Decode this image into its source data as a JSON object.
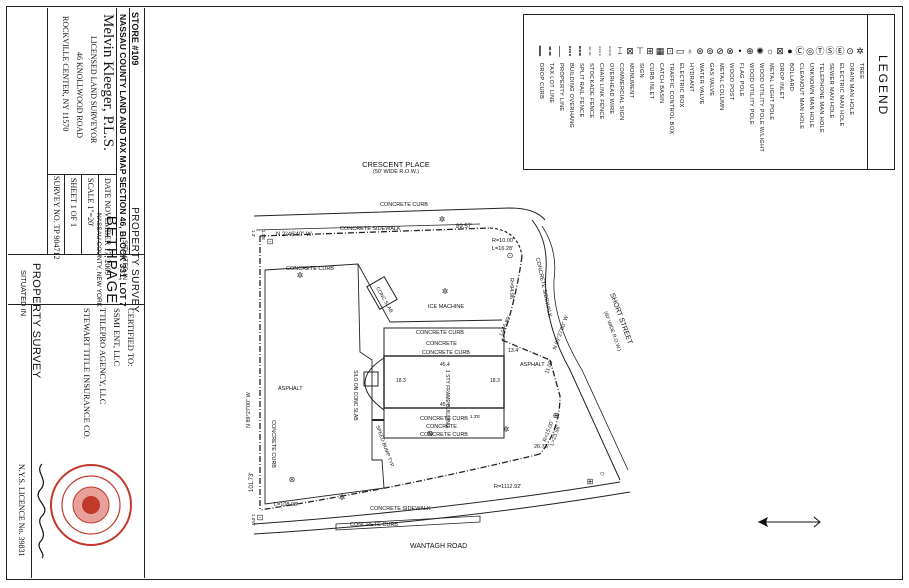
{
  "title_block": {
    "store": "STORE #109",
    "tax_map": "NASSAU COUNTY LAND AND TAX MAP SECTION 46, BLOCK 331, LOT 7",
    "surveyor": {
      "name": "Melvin Kleeger, P.L.S.",
      "title": "LICENSED LAND SURVEYOR",
      "address1": "46 KNOLLWOOD ROAD",
      "address2": "ROCKVILLE CENTER, NY 11570"
    },
    "date": "DATE   NOVEMBER 17, 2009",
    "scale": "SCALE  1\"=20'",
    "sheet": "SHEET  1 OF 1",
    "survey_no": "SURVEY NO. TP 904712",
    "property_title": "PROPERTY SURVEY",
    "situated_in": "SITUATED IN",
    "town": "BETHPAGE",
    "county": "NASSAU COUNTY,     NEW YORK",
    "certified_to": "CERTIFIED TO:",
    "certified_1": "SSMI ENT, LLC",
    "certified_2": "TTILEPRO AGENCY, LLC",
    "certified_3": "STEWART TITLE INSURANCE CO.",
    "licence": "N.Y.S. LICENCE No. 39831"
  },
  "legend": {
    "title": "LEGEND",
    "items": [
      {
        "label": "TREE",
        "icon": "tree-icon",
        "glyph": "✲"
      },
      {
        "label": "DRAIN MAN HOLE",
        "icon": "drain-manhole-icon",
        "glyph": "⊙"
      },
      {
        "label": "ELECTRIC MAN HOLE",
        "icon": "electric-manhole-icon",
        "glyph": "Ⓔ"
      },
      {
        "label": "SEWER MAN HOLE",
        "icon": "sewer-manhole-icon",
        "glyph": "Ⓢ"
      },
      {
        "label": "TELEPHONE MAN HOLE",
        "icon": "telephone-manhole-icon",
        "glyph": "Ⓣ"
      },
      {
        "label": "UNKNOWN MAN HOLE",
        "icon": "unknown-manhole-icon",
        "glyph": "◎"
      },
      {
        "label": "CLEANOUT MAN HOLE",
        "icon": "cleanout-manhole-icon",
        "glyph": "Ⓒ"
      },
      {
        "label": "BOLLARD",
        "icon": "bollard-icon",
        "glyph": "●"
      },
      {
        "label": "DROP INLET",
        "icon": "drop-inlet-icon",
        "glyph": "⊠"
      },
      {
        "label": "METAL LIGHT POLE",
        "icon": "metal-light-pole-icon",
        "glyph": "☼"
      },
      {
        "label": "WOOD UTILITY POLE W/LIGHT",
        "icon": "wood-pole-light-icon",
        "glyph": "✺"
      },
      {
        "label": "WOOD UTILITY POLE",
        "icon": "wood-utility-pole-icon",
        "glyph": "⊕"
      },
      {
        "label": "FLAG POLE",
        "icon": "flag-pole-icon",
        "glyph": "•"
      },
      {
        "label": "WOOD POST",
        "icon": "wood-post-icon",
        "glyph": "⊗"
      },
      {
        "label": "METAL COLUMN",
        "icon": "metal-column-icon",
        "glyph": "⊘"
      },
      {
        "label": "GAS VALVE",
        "icon": "gas-valve-icon",
        "glyph": "⊚"
      },
      {
        "label": "WATER VALVE",
        "icon": "water-valve-icon",
        "glyph": "⊛"
      },
      {
        "label": "HYDRANT",
        "icon": "hydrant-icon",
        "glyph": "♁"
      },
      {
        "label": "ELECTRIC BOX",
        "icon": "electric-box-icon",
        "glyph": "▭"
      },
      {
        "label": "TRAFFIC CONTROL BOX",
        "icon": "traffic-control-box-icon",
        "glyph": "⊡"
      },
      {
        "label": "CATCH BASIN",
        "icon": "catch-basin-icon",
        "glyph": "▦"
      },
      {
        "label": "CURB INLET",
        "icon": "curb-inlet-icon",
        "glyph": "⊞"
      },
      {
        "label": "SIGN",
        "icon": "sign-icon",
        "glyph": "⊤"
      },
      {
        "label": "MONUMENT",
        "icon": "monument-icon",
        "glyph": "⊠"
      },
      {
        "label": "COMMERCIAL SIGN",
        "icon": "commercial-sign-icon",
        "glyph": "⌶"
      },
      {
        "label": "OVERHEAD WIRE",
        "icon": "overhead-wire-icon",
        "glyph": "┆"
      },
      {
        "label": "CHAIN LINK FENCE",
        "icon": "chain-link-fence-icon",
        "glyph": "┊"
      },
      {
        "label": "STOCKADE FENCE",
        "icon": "stockade-fence-icon",
        "glyph": "╎"
      },
      {
        "label": "SPLIT RAIL FENCE",
        "icon": "split-rail-fence-icon",
        "glyph": "┇"
      },
      {
        "label": "BUILDING OVERHANG",
        "icon": "building-overhang-icon",
        "glyph": "┋"
      },
      {
        "label": "PROPERTY LINE",
        "icon": "property-line-icon",
        "glyph": "│"
      },
      {
        "label": "TAX LOT LINE",
        "icon": "tax-lot-line-icon",
        "glyph": "╏"
      },
      {
        "label": "DROP CURB",
        "icon": "drop-curb-icon",
        "glyph": "┃"
      }
    ]
  },
  "map": {
    "crescent_place": "CRESCENT PLACE",
    "crescent_row": "(50' WIDE R.O.W.)",
    "short_street": "SHORT STREET",
    "short_row": "(60' WIDE R.O.W.)",
    "wantagh_road": "WANTAGH ROAD",
    "concrete_curb": "CONCRETE CURB",
    "concrete_sidewalk": "CONCRETE SIDEWALK",
    "concrete": "CONCRETE",
    "asphalt": "ASPHALT",
    "ice_machine": "ICE MACHINE",
    "conc_slab": "CONC SLAB",
    "silo": "SILO ON CONC SLAB",
    "building": "1 STY FRAME BUILDING",
    "speed_bump": "SPEED BUMP TYP.",
    "brg_north": "N 2°46'40\" W",
    "dist_north": "89.57'",
    "brg_west": "N 89°27'00\" W",
    "brg_east": "N 89°27'00\" W",
    "dist_east": "11.00'",
    "arc_r1": "R=10.00'",
    "arc_l1": "L=16.28'",
    "arc_r2": "R=94.96'",
    "arc_l2": "L=46.89'",
    "arc_r3": "R=15.00'",
    "arc_l3": "L=23.56'",
    "arc_r4": "R=1112.92'",
    "arc_l4": "L=108.98'",
    "dist_ne": "26.73'",
    "dist_west": "101.73'",
    "dim_45_4a": "45.4",
    "dim_45_4b": "45.4",
    "dim_18_3a": "18.3",
    "dim_18_3b": "18.3",
    "dim_13_4": "13.4'",
    "ln_1": "1.3'",
    "ln_2": "1.3'E",
    "ln_3": "1.0'W",
    "ln_4": "1.3'E"
  }
}
